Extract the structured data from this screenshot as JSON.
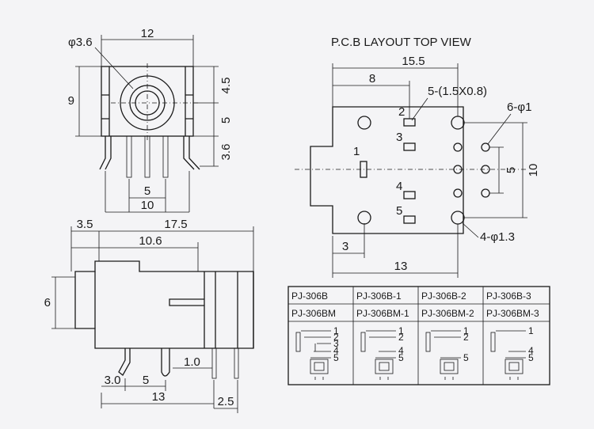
{
  "front_view": {
    "dia_label": "φ3.6",
    "width_label": "12",
    "height_label": "9",
    "top_offset_label": "4.5",
    "pin_spacing_label": "5",
    "lead_length_label": "3.6",
    "pitch_label": "5",
    "span_label": "10"
  },
  "side_view": {
    "dim_a": "3.5",
    "dim_total": "17.5",
    "dim_b": "10.6",
    "height_label": "6",
    "pin_gap_label": "1.0",
    "dim_c": "3.0",
    "dim_d": "5",
    "dim_e": "13",
    "dim_f": "2.5"
  },
  "pcb": {
    "title": "P.C.B LAYOUT TOP VIEW",
    "width_total": "15.5",
    "width_8": "8",
    "slot_label": "5-(1.5X0.8)",
    "hole_label": "6-φ1",
    "mount_label": "4-φ1.3",
    "pitch_5": "5",
    "pitch_10": "10",
    "offset_3": "3",
    "length_13": "13",
    "pins": [
      "1",
      "2",
      "3",
      "4",
      "5"
    ]
  },
  "models": {
    "row1": [
      "PJ-306B",
      "PJ-306B-1",
      "PJ-306B-2",
      "PJ-306B-3"
    ],
    "row2": [
      "PJ-306BM",
      "PJ-306BM-1",
      "PJ-306BM-2",
      "PJ-306BM-3"
    ],
    "schematic_pins": [
      [
        "1",
        "2",
        "3",
        "4",
        "5"
      ],
      [
        "1",
        "2",
        "4",
        "5"
      ],
      [
        "1",
        "2",
        "5"
      ],
      [
        "1",
        "4",
        "5"
      ]
    ]
  }
}
